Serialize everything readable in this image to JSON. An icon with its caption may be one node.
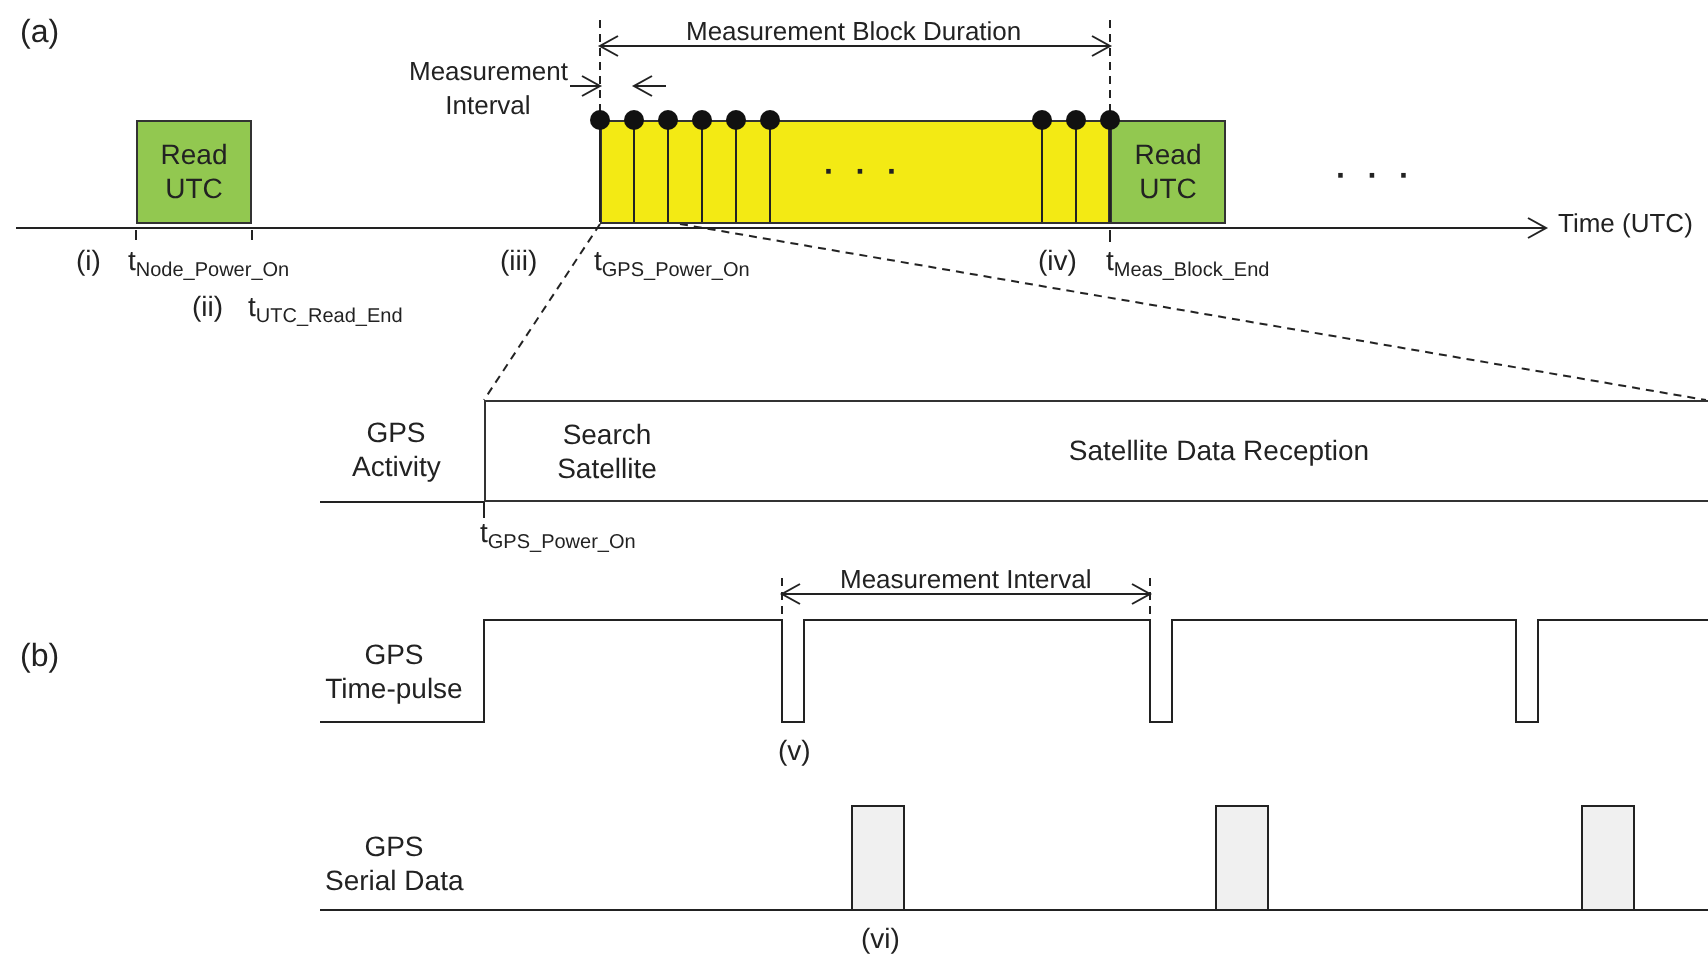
{
  "diagram": {
    "nodes": [
      {
        "text": [
          "Read UTC"
        ]
      },
      {
        "text": [],
        "shape": "box"
      },
      {
        "text": [
          "Read UTC"
        ]
      },
      {
        "text": [
          "Search Satellite"
        ]
      },
      {
        "text": [
          "Satellite Data Reception"
        ]
      }
    ],
    "edges": [
      {
        "from": 1,
        "to": 3,
        "arrow": "none",
        "style": "dashed"
      },
      {
        "from": 1,
        "to": 4,
        "arrow": "none",
        "style": "dashed"
      }
    ],
    "labels": [
      "(a)",
      "Measurement Block Duration",
      "Measurement Interval",
      "· · ·",
      "· · ·",
      "Time (UTC)",
      "(i)",
      "t$_{Node_Power_On}$",
      "(iii)",
      "t$_{GPS_Power_On}$",
      "(iv)",
      "t$_{Meas_Block_End}$",
      "(ii)",
      "t$_{UTC_Read_End}$",
      "GPS Activity",
      "t$_{GPS_Power_On}$",
      "Measurement Interval",
      "(b)",
      "GPS Time-pulse",
      "(v)",
      "GPS Serial Data",
      "(vi)"
    ]
  }
}
